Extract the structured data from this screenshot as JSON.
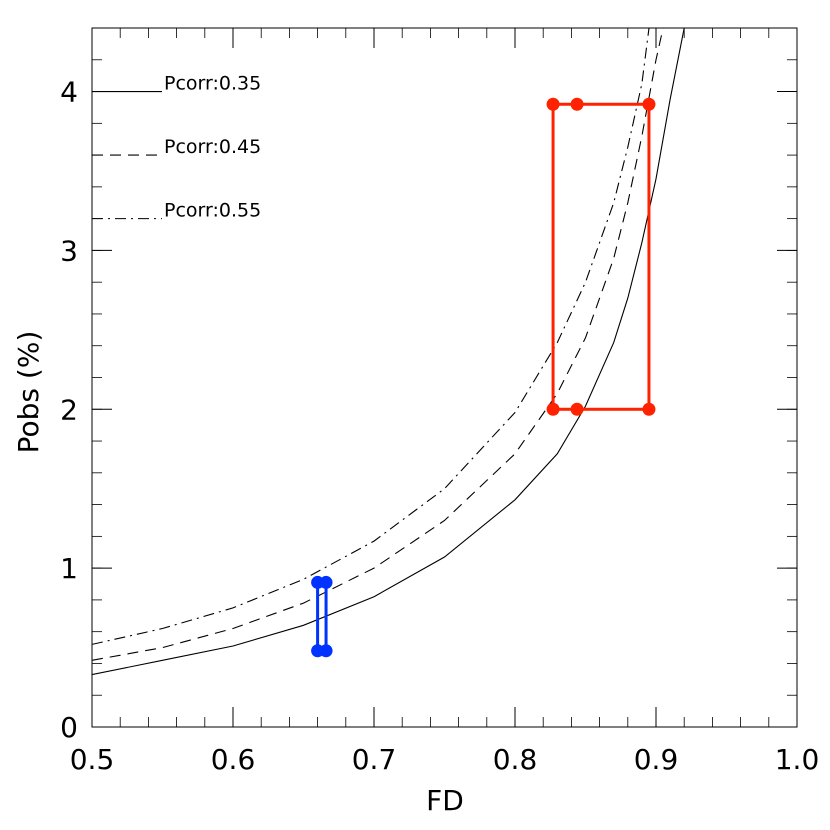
{
  "chart_data": {
    "type": "line",
    "xlabel": "FD",
    "ylabel": "Pobs (%)",
    "xlim": [
      0.5,
      1.0
    ],
    "ylim": [
      0,
      4.4
    ],
    "x_ticks": [
      "0.5",
      "0.6",
      "0.7",
      "0.8",
      "0.9",
      "1.0"
    ],
    "y_ticks": [
      "0",
      "1",
      "2",
      "3",
      "4"
    ],
    "grid": false,
    "legend_position": "top-left",
    "series": [
      {
        "name": "Pcorr:0.35",
        "style": "solid",
        "color": "#000000",
        "points": [
          [
            0.5,
            0.33
          ],
          [
            0.55,
            0.42
          ],
          [
            0.6,
            0.51
          ],
          [
            0.65,
            0.64
          ],
          [
            0.7,
            0.82
          ],
          [
            0.75,
            1.07
          ],
          [
            0.8,
            1.43
          ],
          [
            0.83,
            1.72
          ],
          [
            0.85,
            2.02
          ],
          [
            0.87,
            2.42
          ],
          [
            0.88,
            2.7
          ],
          [
            0.89,
            3.05
          ],
          [
            0.9,
            3.45
          ],
          [
            0.91,
            3.95
          ],
          [
            0.92,
            4.4
          ]
        ]
      },
      {
        "name": "Pcorr:0.45",
        "style": "dashed",
        "color": "#000000",
        "points": [
          [
            0.5,
            0.42
          ],
          [
            0.55,
            0.5
          ],
          [
            0.6,
            0.62
          ],
          [
            0.65,
            0.78
          ],
          [
            0.7,
            1.0
          ],
          [
            0.75,
            1.3
          ],
          [
            0.8,
            1.72
          ],
          [
            0.83,
            2.1
          ],
          [
            0.85,
            2.45
          ],
          [
            0.87,
            2.95
          ],
          [
            0.88,
            3.3
          ],
          [
            0.89,
            3.72
          ],
          [
            0.9,
            4.2
          ],
          [
            0.905,
            4.4
          ]
        ]
      },
      {
        "name": "Pcorr:0.55",
        "style": "dashdot",
        "color": "#000000",
        "points": [
          [
            0.5,
            0.52
          ],
          [
            0.55,
            0.62
          ],
          [
            0.6,
            0.75
          ],
          [
            0.65,
            0.93
          ],
          [
            0.7,
            1.17
          ],
          [
            0.75,
            1.5
          ],
          [
            0.8,
            1.98
          ],
          [
            0.83,
            2.42
          ],
          [
            0.85,
            2.8
          ],
          [
            0.87,
            3.3
          ],
          [
            0.88,
            3.65
          ],
          [
            0.89,
            4.05
          ],
          [
            0.895,
            4.4
          ]
        ]
      }
    ],
    "boxes": [
      {
        "name": "red-box",
        "color": "#ff2200",
        "x_range": [
          0.827,
          0.895
        ],
        "y_range": [
          2.0,
          3.92
        ],
        "markers": [
          [
            0.827,
            3.92
          ],
          [
            0.844,
            3.92
          ],
          [
            0.895,
            3.92
          ],
          [
            0.827,
            2.0
          ],
          [
            0.844,
            2.0
          ],
          [
            0.895,
            2.0
          ]
        ]
      },
      {
        "name": "blue-box",
        "color": "#0033ff",
        "x_range": [
          0.66,
          0.666
        ],
        "y_range": [
          0.48,
          0.91
        ],
        "markers": [
          [
            0.66,
            0.91
          ],
          [
            0.666,
            0.91
          ],
          [
            0.66,
            0.48
          ],
          [
            0.666,
            0.48
          ]
        ]
      }
    ],
    "legend": [
      {
        "label": "Pcorr:0.35",
        "style": "solid",
        "y": 4.0
      },
      {
        "label": "Pcorr:0.45",
        "style": "dashed",
        "y": 3.6
      },
      {
        "label": "Pcorr:0.55",
        "style": "dashdot",
        "y": 3.2
      }
    ]
  }
}
